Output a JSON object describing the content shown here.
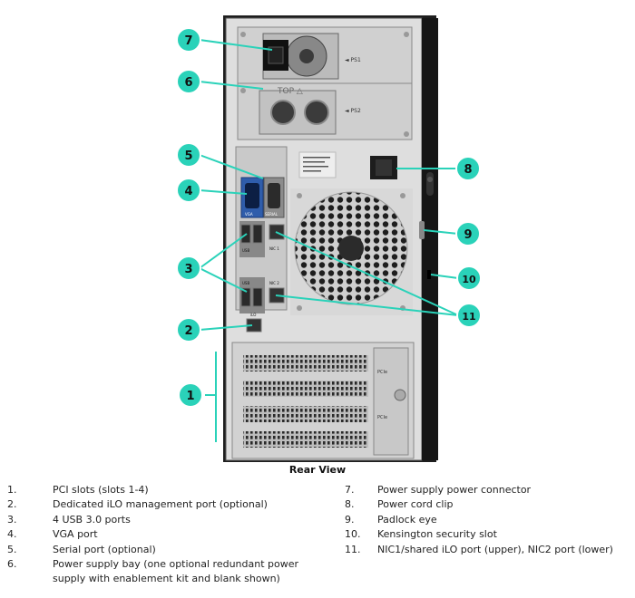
{
  "callouts": {
    "c1": "1",
    "c2": "2",
    "c3": "3",
    "c4": "4",
    "c5": "5",
    "c6": "6",
    "c7": "7",
    "c8": "8",
    "c9": "9",
    "c10": "10",
    "c11": "11"
  },
  "chassis_labels": {
    "ps1": "◄ PS1",
    "ps2": "◄ PS2",
    "top": "TOP △",
    "vga": "VGA",
    "serial": "SERIAL",
    "usb": "USB",
    "nic1": "NIC 1",
    "nic2": "NIC 2",
    "ilo": "iLO",
    "pcie": "PCIe"
  },
  "caption": "Rear View",
  "legend": {
    "left": [
      {
        "num": "1.",
        "text": "PCI slots (slots 1-4)"
      },
      {
        "num": "2.",
        "text": "Dedicated iLO management port (optional)"
      },
      {
        "num": "3.",
        "text": "4 USB 3.0 ports"
      },
      {
        "num": "4.",
        "text": "VGA port"
      },
      {
        "num": "5.",
        "text": "Serial port (optional)"
      },
      {
        "num": "6.",
        "text": "Power supply bay (one optional redundant power supply with enablement kit and blank shown)"
      }
    ],
    "right": [
      {
        "num": "7.",
        "text": "Power supply power connector"
      },
      {
        "num": "8.",
        "text": "Power cord clip"
      },
      {
        "num": "9.",
        "text": "Padlock eye"
      },
      {
        "num": "10.",
        "text": "Kensington security slot"
      },
      {
        "num": "11.",
        "text": "NIC1/shared iLO port (upper), NIC2 port (lower)"
      }
    ]
  },
  "colors": {
    "callout_fill": "#2ad2b9",
    "callout_line": "#2ad2b9",
    "chassis": "#d6d6d6",
    "bezel": "#1a1a1a",
    "vga_blue": "#2f5dab"
  }
}
